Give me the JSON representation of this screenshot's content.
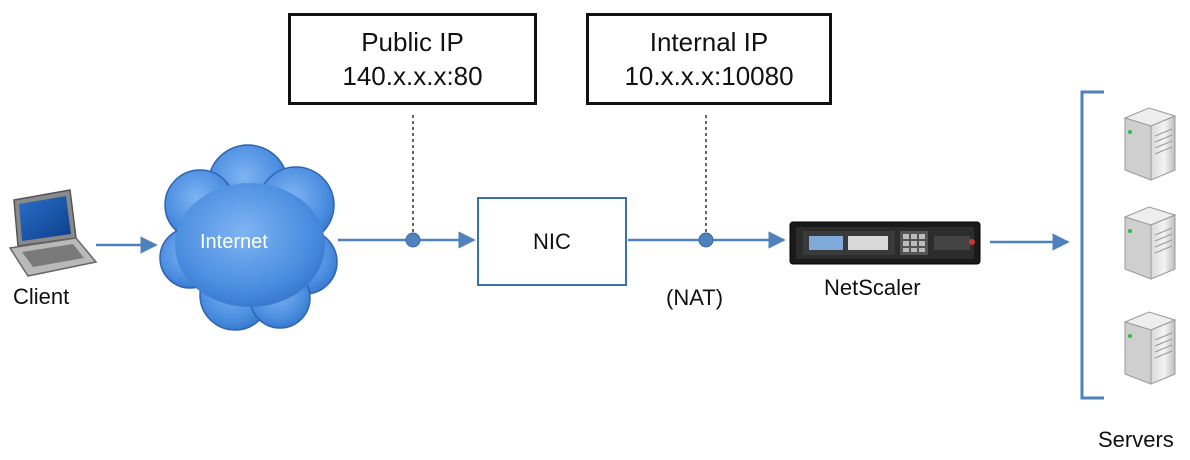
{
  "callouts": {
    "public": {
      "title": "Public IP",
      "address": "140.x.x.x:80"
    },
    "internal": {
      "title": "Internal IP",
      "address": "10.x.x.x:10080"
    }
  },
  "nodes": {
    "client_label": "Client",
    "internet_label": "Internet",
    "nic_label": "NIC",
    "nat_label": "(NAT)",
    "netscaler_label": "NetScaler",
    "servers_label": "Servers"
  },
  "colors": {
    "connector": "#4f81bd",
    "cloud": "#4a8de0",
    "box_border": "#3a6fb0"
  }
}
